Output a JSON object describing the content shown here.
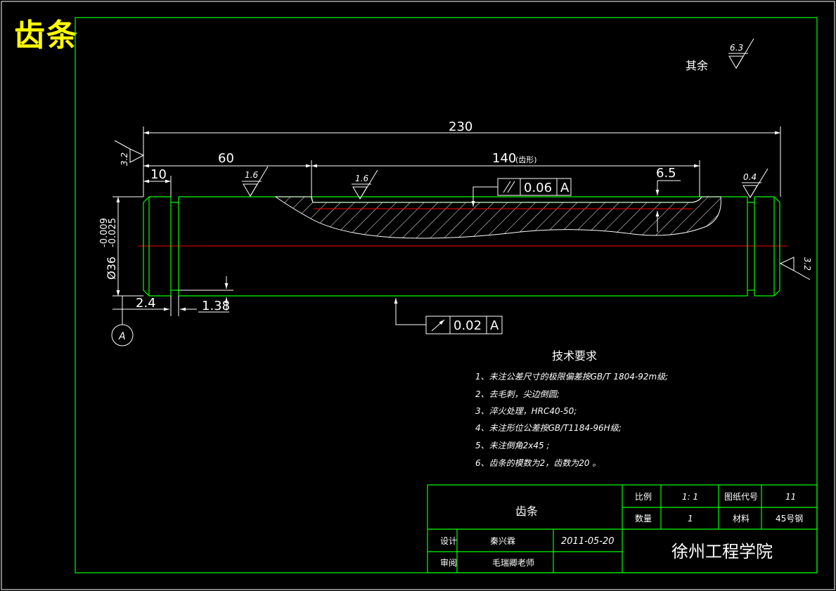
{
  "corner_title": "齿条",
  "roughness_other": {
    "label": "其余",
    "value": "6.3"
  },
  "dimensions": {
    "overall_length": "230",
    "length_60": "60",
    "length_10": "10",
    "tooth_length": "140",
    "tooth_note": "(齿形)",
    "depth": "6.5",
    "diameter": "Ø36",
    "tol_upper": "-0.009",
    "tol_lower": "-0.025",
    "groove_width": "2.4",
    "groove_depth": "1.38"
  },
  "roughness": {
    "left_end": "3.2",
    "surface_1": "1.6",
    "surface_2": "1.6",
    "right_groove": "0.4",
    "right_end": "3.2"
  },
  "tolerances": {
    "parallel": {
      "value": "0.06",
      "datum": "A"
    },
    "runout": {
      "value": "0.02",
      "datum": "A"
    }
  },
  "datum_label": "A",
  "tech_requirements": {
    "heading": "技术要求",
    "items": [
      "1、未注公差尺寸的极限偏差按GB/T 1804-92m级;",
      "2、去毛刺，尖边倒圆;",
      "3、淬火处理，HRC40-50;",
      "4、未注形位公差按GB/T1184-96H级;",
      "5、未注倒角2x45 ;",
      "6、齿条的模数为2，齿数为20 。"
    ]
  },
  "title_block": {
    "part_name": "齿条",
    "scale_label": "比例",
    "scale_value": "1: 1",
    "drawing_no_label": "图纸代号",
    "drawing_no_value": "11",
    "qty_label": "数量",
    "qty_value": "1",
    "material_label": "材料",
    "material_value": "45号钢",
    "design_label": "设计",
    "designer": "秦兴霖",
    "date": "2011-05-20",
    "review_label": "审阅",
    "reviewer": "毛瑞卿老师",
    "school": "徐州工程学院"
  },
  "colors": {
    "frame": "#00ff00",
    "part": "#00ff00",
    "dim": "#ffffff",
    "centerline": "#ff0000",
    "title": "#ffff00"
  }
}
